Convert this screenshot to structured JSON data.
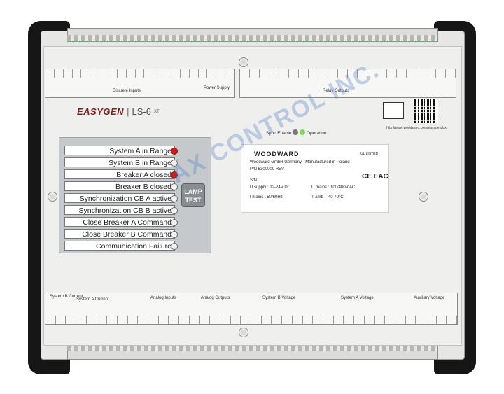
{
  "device": {
    "brand_logo": "EASYGEN",
    "model_logo": "LS-6",
    "model_sup": "XT",
    "brand": "WOODWARD",
    "lamp_test": [
      "LAMP",
      "TEST"
    ],
    "sync_enable_label": "Sync Enable",
    "operation_label": "Operation",
    "url": "http://www.woodward.com/easygen/lsxt",
    "watermark": "AX CONTROL INC.",
    "leds": [
      {
        "label": "System A in Range",
        "state": "on"
      },
      {
        "label": "System B in Range",
        "state": "off"
      },
      {
        "label": "Breaker A closed",
        "state": "on"
      },
      {
        "label": "Breaker B closed",
        "state": "off"
      },
      {
        "label": "Synchronization CB A active",
        "state": "off"
      },
      {
        "label": "Synchronization CB B active",
        "state": "off"
      },
      {
        "label": "Close Breaker A Command",
        "state": "off"
      },
      {
        "label": "Close Breaker B Command",
        "state": "off"
      },
      {
        "label": "Communication Failure",
        "state": "off"
      }
    ],
    "colors": {
      "led_on": "#d21c1c",
      "terminal_green": "#2f9e3d",
      "op_led": "#7ed957"
    }
  },
  "strips": {
    "top_left_groups": [
      "Discrete Inputs",
      "Power Supply"
    ],
    "top_right_groups": [
      "Relay Outputs"
    ],
    "bottom_groups": [
      "System B Current",
      "System A Current",
      "Analog Inputs",
      "Analog Outputs",
      "System B Voltage",
      "System A Voltage",
      "Auxiliary Voltage"
    ]
  },
  "label_plate": {
    "line1": "Woodward GmbH Germany - Manufactured in Poland",
    "line2": "P/N   5300000       REV",
    "line3": "S/N",
    "line4": "U supply : 12-24V DC",
    "line5": "U mains : 100/400V AC",
    "line6": "f mains : 50/60Hz",
    "line7": "T amb : -40 70°C",
    "cert1": "UL LISTED",
    "cert2": "CE EAC"
  }
}
